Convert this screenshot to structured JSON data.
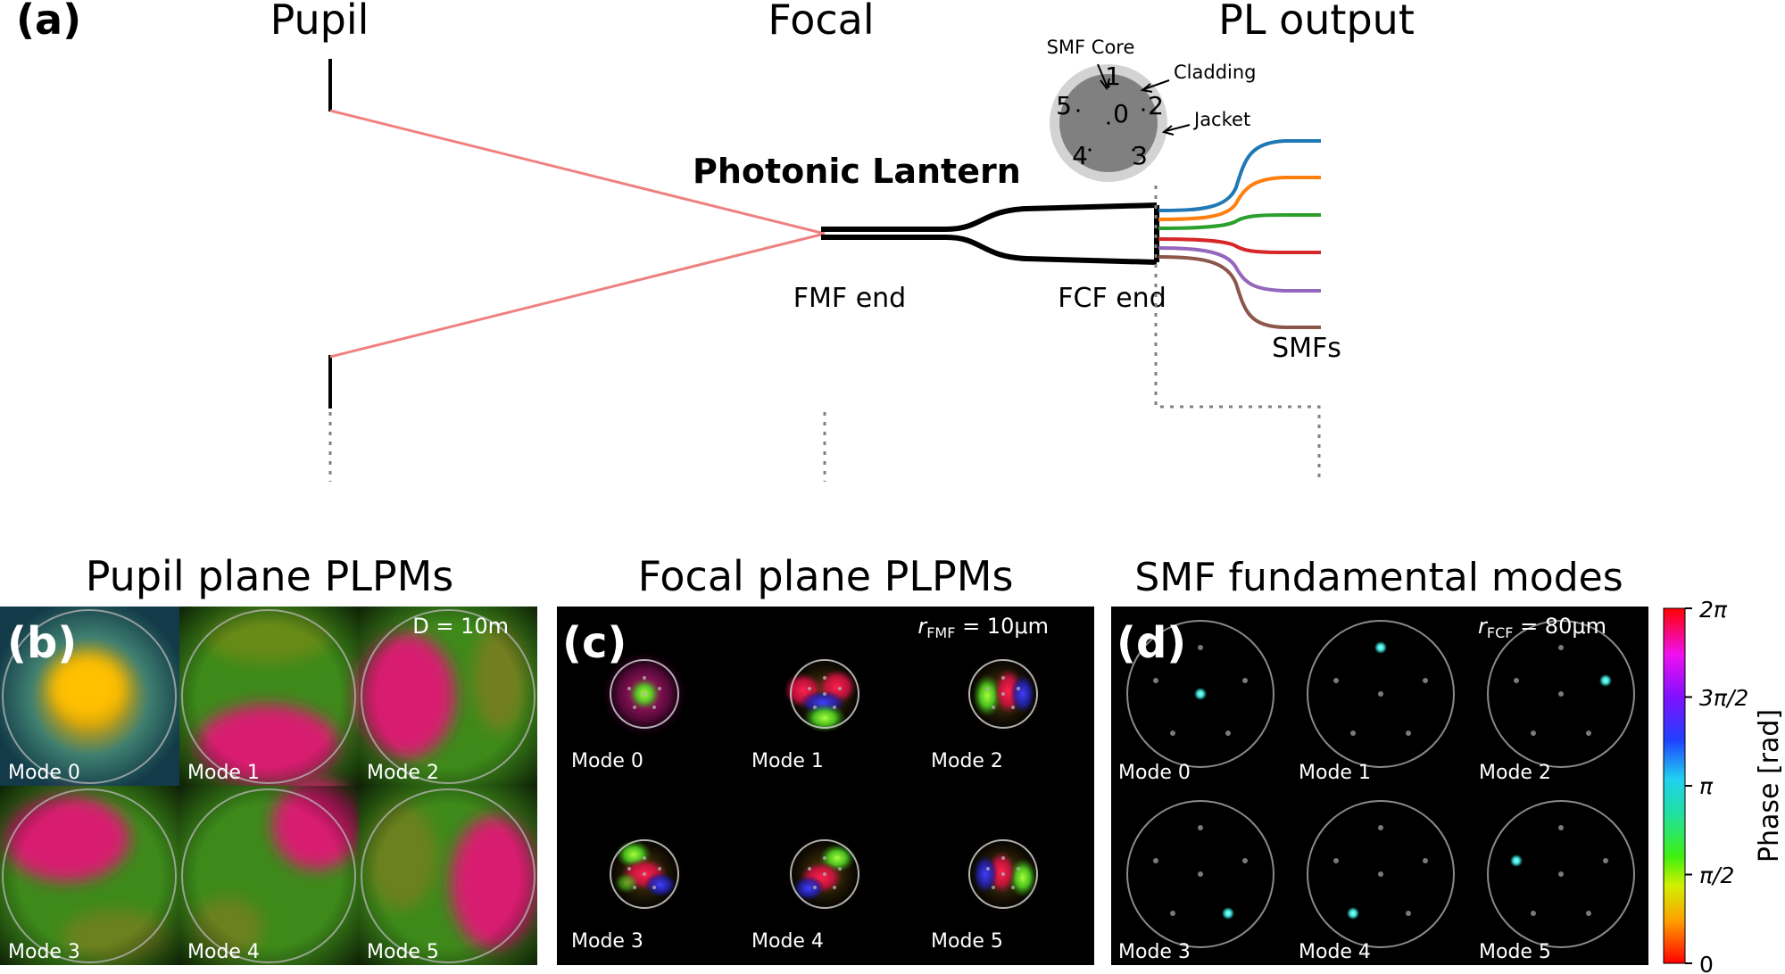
{
  "panel_a": {
    "letter": "(a)",
    "stage_pupil": "Pupil",
    "stage_focal": "Focal",
    "stage_output": "PL output",
    "device_title": "Photonic Lantern",
    "fmf_end": "FMF end",
    "fcf_end": "FCF end",
    "smfs": "SMFs",
    "fiber_labels": {
      "smf_core": "SMF Core",
      "cladding": "Cladding",
      "jacket": "Jacket"
    },
    "core_numbers": [
      "0",
      "1",
      "2",
      "3",
      "4",
      "5"
    ],
    "colors": {
      "beam": "#f08080",
      "smf_lines": [
        "#1f77b4",
        "#ff7f0e",
        "#2ca02c",
        "#d62728",
        "#9467bd",
        "#8c564b"
      ],
      "jacket": "#d3d3d3",
      "cladding": "#808080"
    }
  },
  "panel_b": {
    "letter": "(b)",
    "title": "Pupil plane PLPMs",
    "annotation": "D = 10m",
    "modes": [
      "Mode 0",
      "Mode 1",
      "Mode 2",
      "Mode 3",
      "Mode 4",
      "Mode 5"
    ]
  },
  "panel_c": {
    "letter": "(c)",
    "title": "Focal plane PLPMs",
    "annotation_symbol": "r",
    "annotation_sub": "FMF",
    "annotation_value": " = 10μm",
    "modes": [
      "Mode 0",
      "Mode 1",
      "Mode 2",
      "Mode 3",
      "Mode 4",
      "Mode 5"
    ]
  },
  "panel_d": {
    "letter": "(d)",
    "title": "SMF fundamental modes",
    "annotation_symbol": "r",
    "annotation_sub": "FCF",
    "annotation_value": " = 80μm",
    "modes": [
      "Mode 0",
      "Mode 1",
      "Mode 2",
      "Mode 3",
      "Mode 4",
      "Mode 5"
    ],
    "spot_color": "#3ee8e0"
  },
  "colorbar": {
    "label": "Phase [rad]",
    "ticks": [
      "0",
      "π/2",
      "π",
      "3π/2",
      "2π"
    ]
  }
}
